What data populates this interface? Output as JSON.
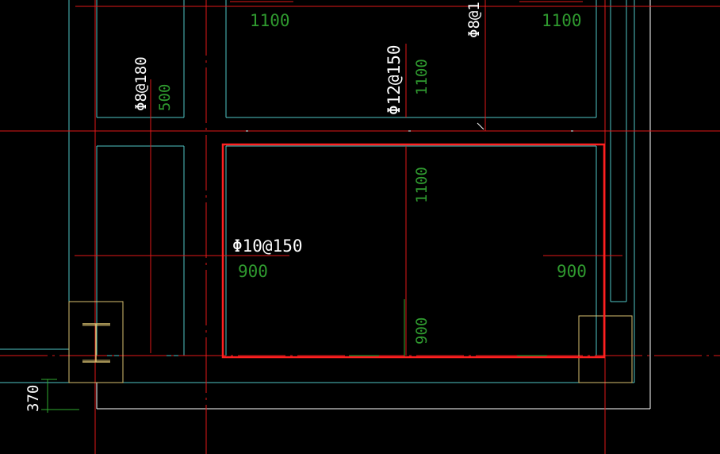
{
  "colors": {
    "background": "#000000",
    "cyan": "#4fc6c6",
    "red": "#e01818",
    "white": "#ffffff",
    "green": "#2f9a2f",
    "yellow": "#d8c070",
    "selection": "#ff2020"
  },
  "labels": {
    "top_dim_left": "1100",
    "top_dim_right": "1100",
    "top_rebar_right_partial": "Φ8@1",
    "left_rebar": "Φ8@180",
    "left_dim": "500",
    "center_rebar": "Φ12@150",
    "center_dim_top": "1100",
    "center_dim_mid": "1100",
    "selected_rebar": "Φ10@150",
    "dim_left_900": "900",
    "dim_right_900": "900",
    "dim_bottom_900": "900",
    "thickness_dim": "370"
  }
}
